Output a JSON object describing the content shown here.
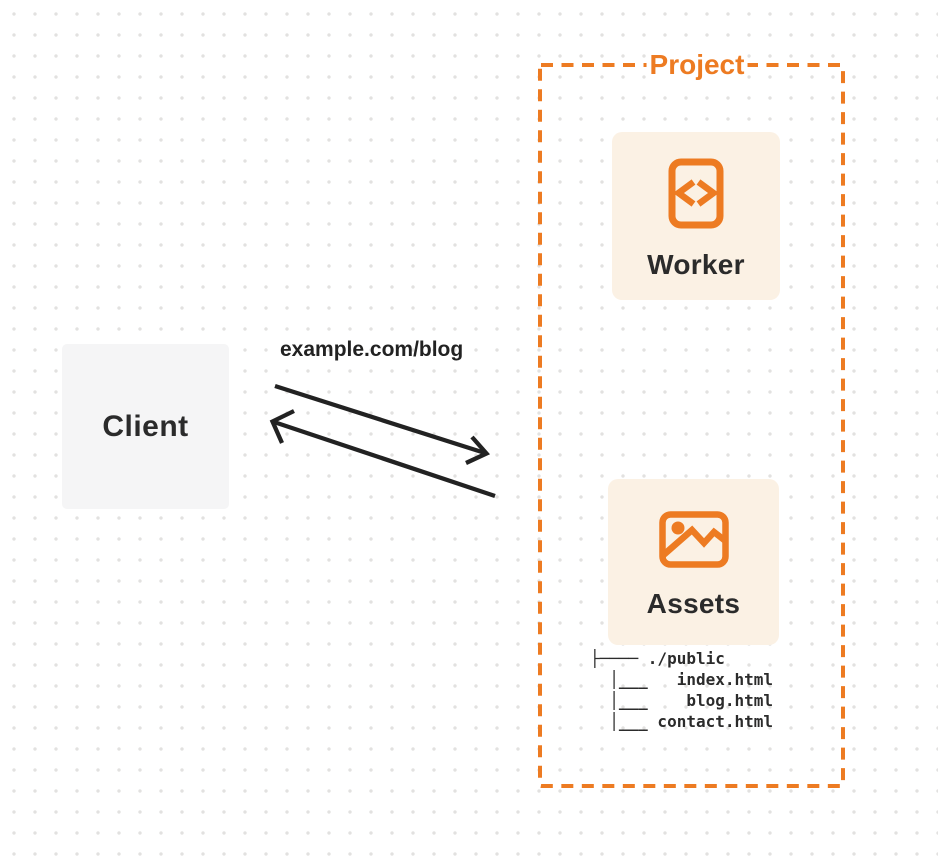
{
  "client": {
    "label": "Client"
  },
  "request": {
    "url": "example.com/blog"
  },
  "project": {
    "label": "Project",
    "worker": {
      "label": "Worker",
      "icon": "code-document-icon"
    },
    "assets": {
      "label": "Assets",
      "icon": "image-icon",
      "tree": [
        "├──── ./public",
        "  │___   index.html",
        "  │___    blog.html",
        "  │___ contact.html"
      ]
    }
  },
  "colors": {
    "accent_orange": "#ed7b22",
    "card_background": "#fbf1e4",
    "client_background": "#f5f5f6",
    "arrow_black": "#222222",
    "text_dark": "#2b2b2b",
    "dot_grid": "#e2e1e0"
  }
}
